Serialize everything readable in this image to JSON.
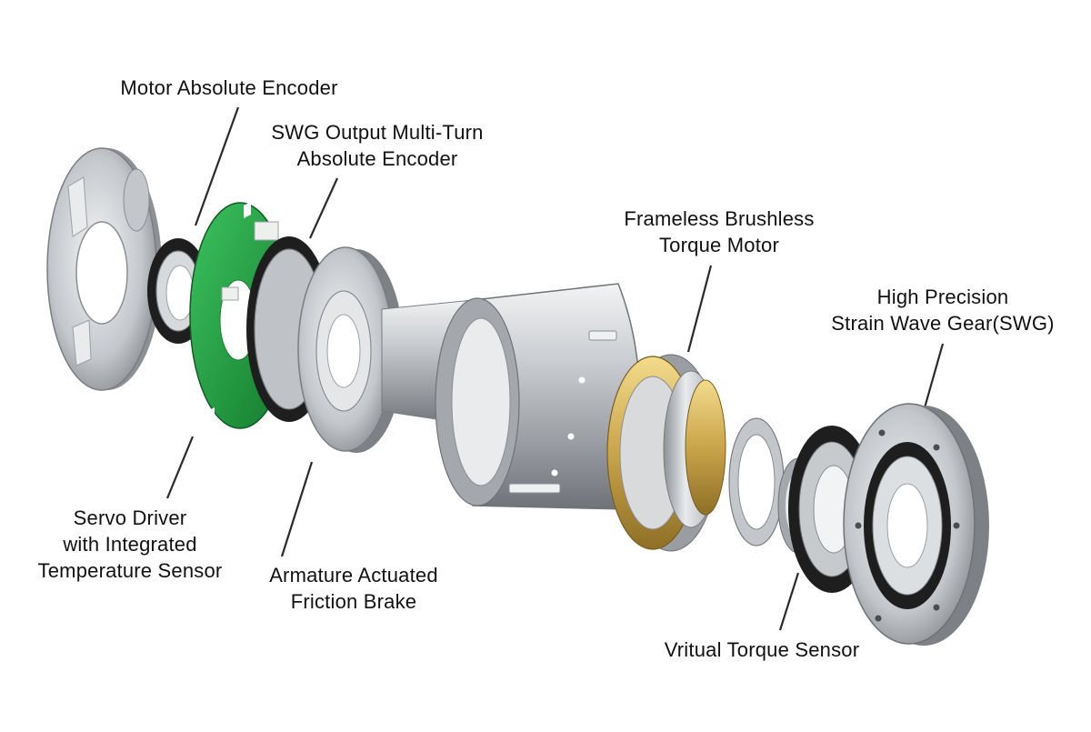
{
  "labels": {
    "motor_encoder": {
      "lines": [
        "Motor Absolute Encoder"
      ]
    },
    "swg_encoder": {
      "lines": [
        "SWG Output Multi-Turn",
        "Absolute Encoder"
      ]
    },
    "torque_motor": {
      "lines": [
        "Frameless Brushless",
        "Torque Motor"
      ]
    },
    "swg": {
      "lines": [
        "High Precision",
        "Strain Wave Gear(SWG)"
      ]
    },
    "servo": {
      "lines": [
        "Servo Driver",
        "with Integrated",
        "Temperature Sensor"
      ]
    },
    "brake": {
      "lines": [
        "Armature Actuated",
        "Friction Brake"
      ]
    },
    "vts": {
      "lines": [
        "Vritual Torque Sensor"
      ]
    }
  },
  "colors": {
    "background": "#ffffff",
    "text": "#111111",
    "leader": "#2a2a2a",
    "aluminum_light": "#e6e8ea",
    "aluminum_mid": "#b8bcc0",
    "aluminum_dark": "#7d8186",
    "pcb_green": "#1f9a3e",
    "rubber_black": "#2b2b2b",
    "brass": "#c9a44a"
  }
}
